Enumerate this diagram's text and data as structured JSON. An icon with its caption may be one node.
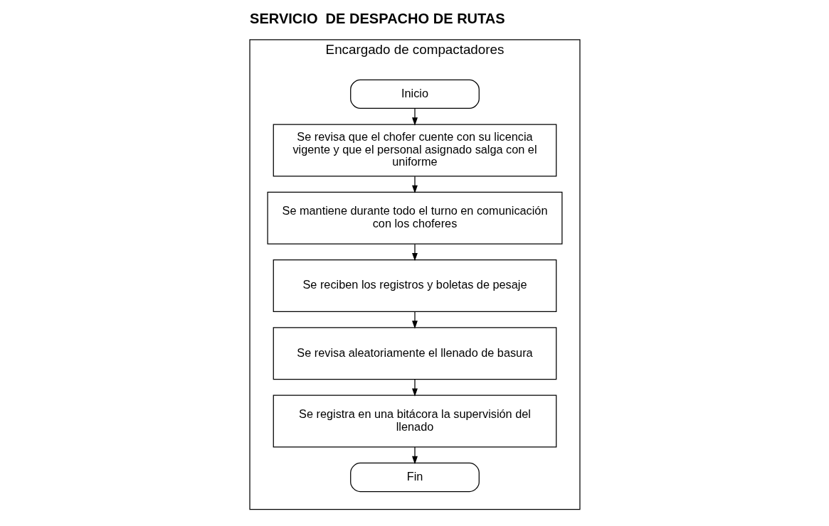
{
  "diagram": {
    "title": "SERVICIO  DE DESPACHO DE RUTAS",
    "nodes": [
      {
        "text": [
          "Encargado de compactadores"
        ]
      },
      {
        "text": [
          "Inicio"
        ],
        "in": 0
      },
      {
        "text": [
          "Se revisa que el chofer cuente con su licencia vigente y que el personal asignado salga con el uniforme"
        ],
        "in": 0
      },
      {
        "text": [
          "Se mantiene durante todo el turno en comunicación con los choferes"
        ],
        "in": 0
      },
      {
        "text": [
          "Se reciben los registros y boletas de pesaje"
        ],
        "in": 0
      },
      {
        "text": [
          "Se revisa aleatoriamente el llenado de basura"
        ],
        "in": 0
      },
      {
        "text": [
          "Se registra en una bitácora la supervisión del llenado"
        ],
        "in": 0
      },
      {
        "text": [
          "Fin"
        ],
        "in": 0
      }
    ],
    "edges": [
      {
        "from": 1,
        "to": 2,
        "arrow": "to"
      },
      {
        "from": 2,
        "to": 3,
        "arrow": "to"
      },
      {
        "from": 3,
        "to": 4,
        "arrow": "to"
      },
      {
        "from": 4,
        "to": 5,
        "arrow": "to"
      },
      {
        "from": 5,
        "to": 6,
        "arrow": "to"
      },
      {
        "from": 6,
        "to": 7,
        "arrow": "to"
      }
    ]
  }
}
